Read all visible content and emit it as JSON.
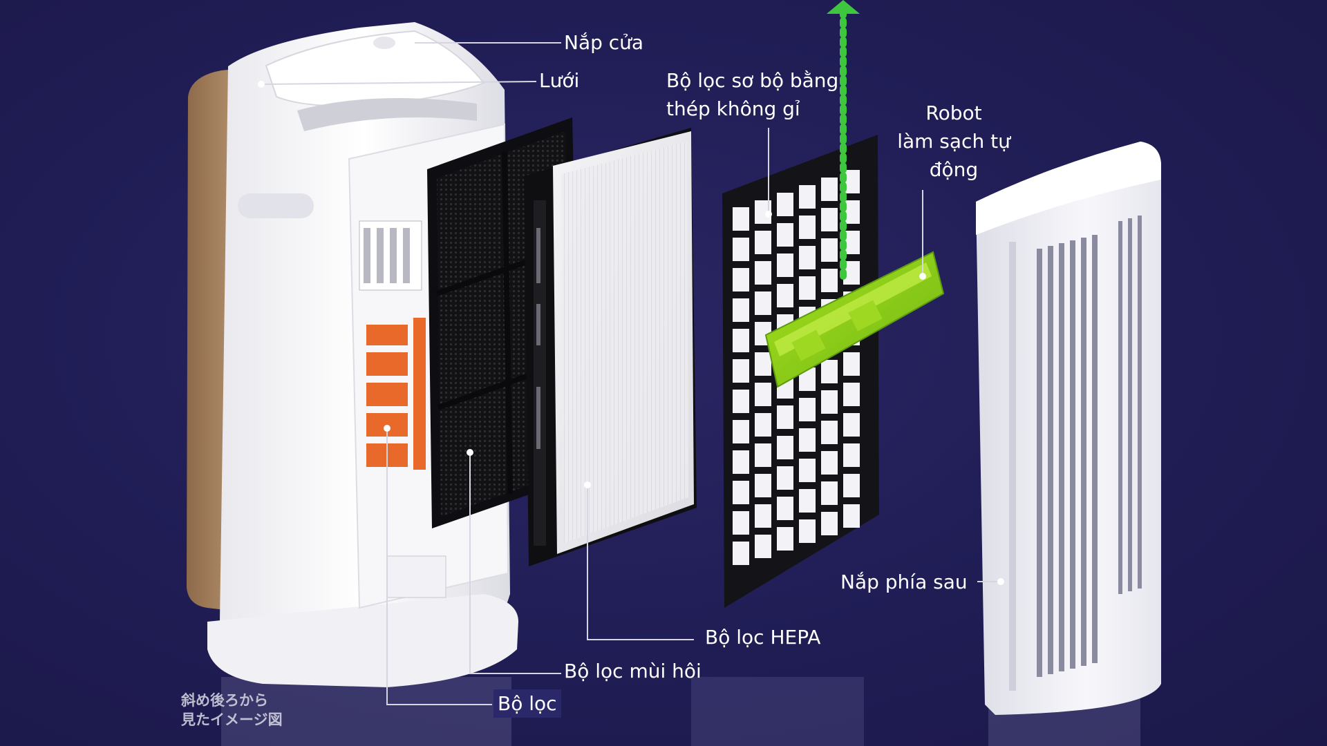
{
  "labels": {
    "nap_cua": "Nắp cửa",
    "luoi": "Lưới",
    "bo_loc_so_bo_line1": "Bộ lọc sơ bộ bằng",
    "bo_loc_so_bo_line2": "thép không gỉ",
    "robot_line1": "Robot",
    "robot_line2": "làm sạch tự",
    "robot_line3": "động",
    "nap_phia_sau": "Nắp phía sau",
    "bo_loc_hepa": "Bộ lọc HEPA",
    "bo_loc_mui_hoi": "Bộ lọc mùi hôi",
    "bo_loc": "Bộ lọc"
  },
  "caption_jp": {
    "line1": "斜め後ろから",
    "line2": "見たイメージ図"
  },
  "colors": {
    "background": "#201d55",
    "robot_green": "#8fd11c",
    "airflow_arrow": "#3ec63e",
    "deodorizer_orange": "#e8692a",
    "body_accent_gold": "#b8946a"
  }
}
